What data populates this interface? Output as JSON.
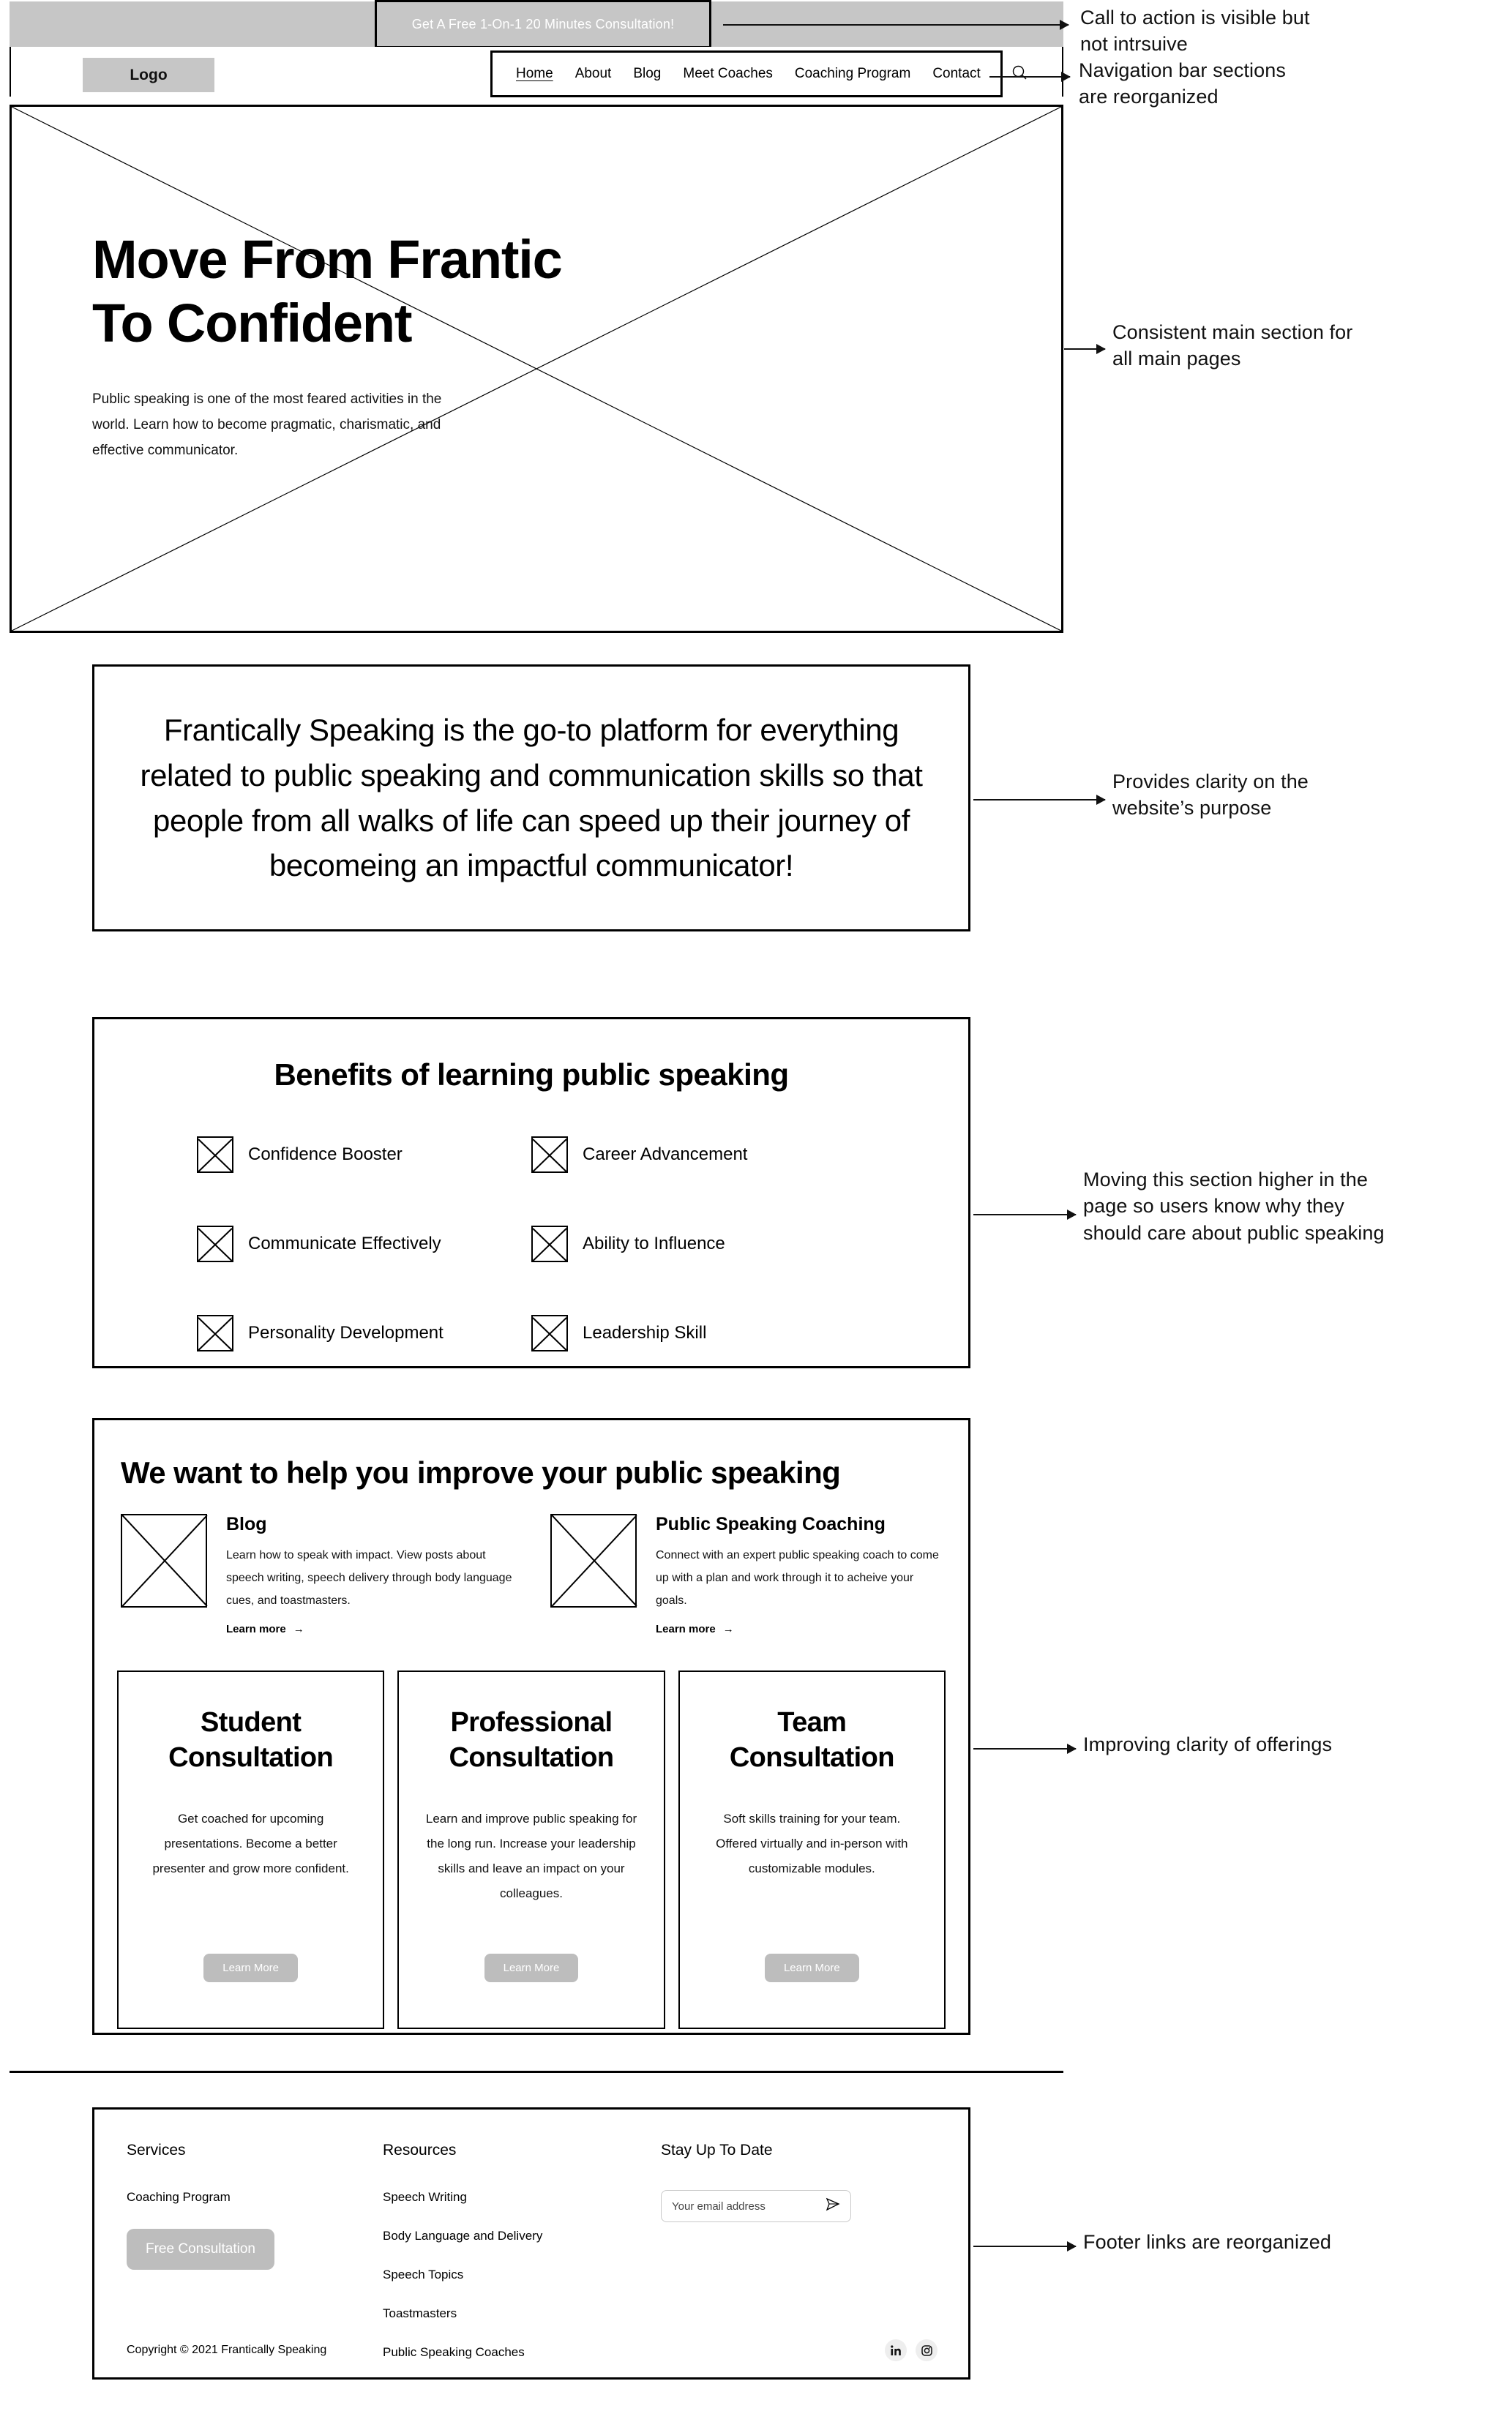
{
  "cta": {
    "label": "Get A Free 1-On-1 20 Minutes Consultation!"
  },
  "header": {
    "logo": "Logo",
    "nav": [
      {
        "label": "Home",
        "active": true
      },
      {
        "label": "About",
        "active": false
      },
      {
        "label": "Blog",
        "active": false
      },
      {
        "label": "Meet Coaches",
        "active": false
      },
      {
        "label": "Coaching Program",
        "active": false
      },
      {
        "label": "Contact",
        "active": false
      }
    ],
    "search_icon": "search-icon"
  },
  "hero": {
    "title_line1": "Move From Frantic",
    "title_line2": "To Confident",
    "subtitle": "Public speaking is one of the most feared activities in the world. Learn how to become pragmatic, charismatic, and effective communicator."
  },
  "mission": {
    "text": "Frantically Speaking is the go-to platform for everything related to public speaking and communication skills so that people from all walks of life can speed up their journey of becomeing an impactful communicator!"
  },
  "benefits": {
    "heading": "Benefits of learning public speaking",
    "items": [
      {
        "label": "Confidence Booster"
      },
      {
        "label": "Career Advancement"
      },
      {
        "label": "Communicate Effectively"
      },
      {
        "label": "Ability to Influence"
      },
      {
        "label": "Personality Development"
      },
      {
        "label": "Leadership Skill"
      }
    ]
  },
  "help": {
    "heading": "We want to help you improve your public speaking",
    "columns": [
      {
        "title": "Blog",
        "body": "Learn how to speak with impact. View posts about speech writing, speech delivery through body language cues, and toastmasters.",
        "link": "Learn more",
        "arrow": "→"
      },
      {
        "title": "Public Speaking Coaching",
        "body": "Connect with an expert public speaking coach to come up with a plan and work through it to acheive your goals.",
        "link": "Learn more",
        "arrow": "→"
      }
    ],
    "cards": [
      {
        "title": "Student Consultation",
        "body": "Get coached for upcoming presentations. Become a better presenter and grow more confident.",
        "button": "Learn More"
      },
      {
        "title": "Professional Consultation",
        "body": "Learn and improve public speaking for the long run. Increase your leadership skills and leave an impact on your colleagues.",
        "button": "Learn More"
      },
      {
        "title": "Team Consultation",
        "body": "Soft skills training for your team. Offered virtually and in-person with customizable modules.",
        "button": "Learn More"
      }
    ]
  },
  "footer": {
    "services": {
      "heading": "Services",
      "link": "Coaching Program",
      "button": "Free Consultation"
    },
    "resources": {
      "heading": "Resources",
      "links": [
        "Speech Writing",
        "Body Language and Delivery",
        "Speech Topics",
        "Toastmasters",
        "Public Speaking Coaches"
      ]
    },
    "stay": {
      "heading": "Stay Up To Date",
      "email_placeholder": "Your email address",
      "send_icon": "send-icon"
    },
    "copyright": "Copyright © 2021 Frantically Speaking",
    "socials": [
      {
        "name": "linkedin-icon",
        "glyph": "in"
      },
      {
        "name": "instagram-icon",
        "glyph": "◎"
      }
    ]
  },
  "annotations": [
    {
      "id": "a1",
      "line1": "Call to action is visible but",
      "line2": "not intrsuive"
    },
    {
      "id": "a2",
      "line1": "Navigation bar sections",
      "line2": "are reorganized"
    },
    {
      "id": "a3",
      "line1": "Consistent main section for",
      "line2": "all main pages"
    },
    {
      "id": "a4",
      "line1": "Provides clarity on the",
      "line2": "website’s purpose"
    },
    {
      "id": "a5",
      "line1": "Moving this section higher in the",
      "line2": "page so users know why they",
      "line3": "should care about public speaking"
    },
    {
      "id": "a6",
      "line1": "Improving clarity of offerings",
      "line2": ""
    },
    {
      "id": "a7",
      "line1": "Footer links are reorganized",
      "line2": ""
    }
  ],
  "colors": {
    "grey_fill": "#c6c6c6",
    "button_grey": "#bdbdbd",
    "stroke": "#000000"
  }
}
